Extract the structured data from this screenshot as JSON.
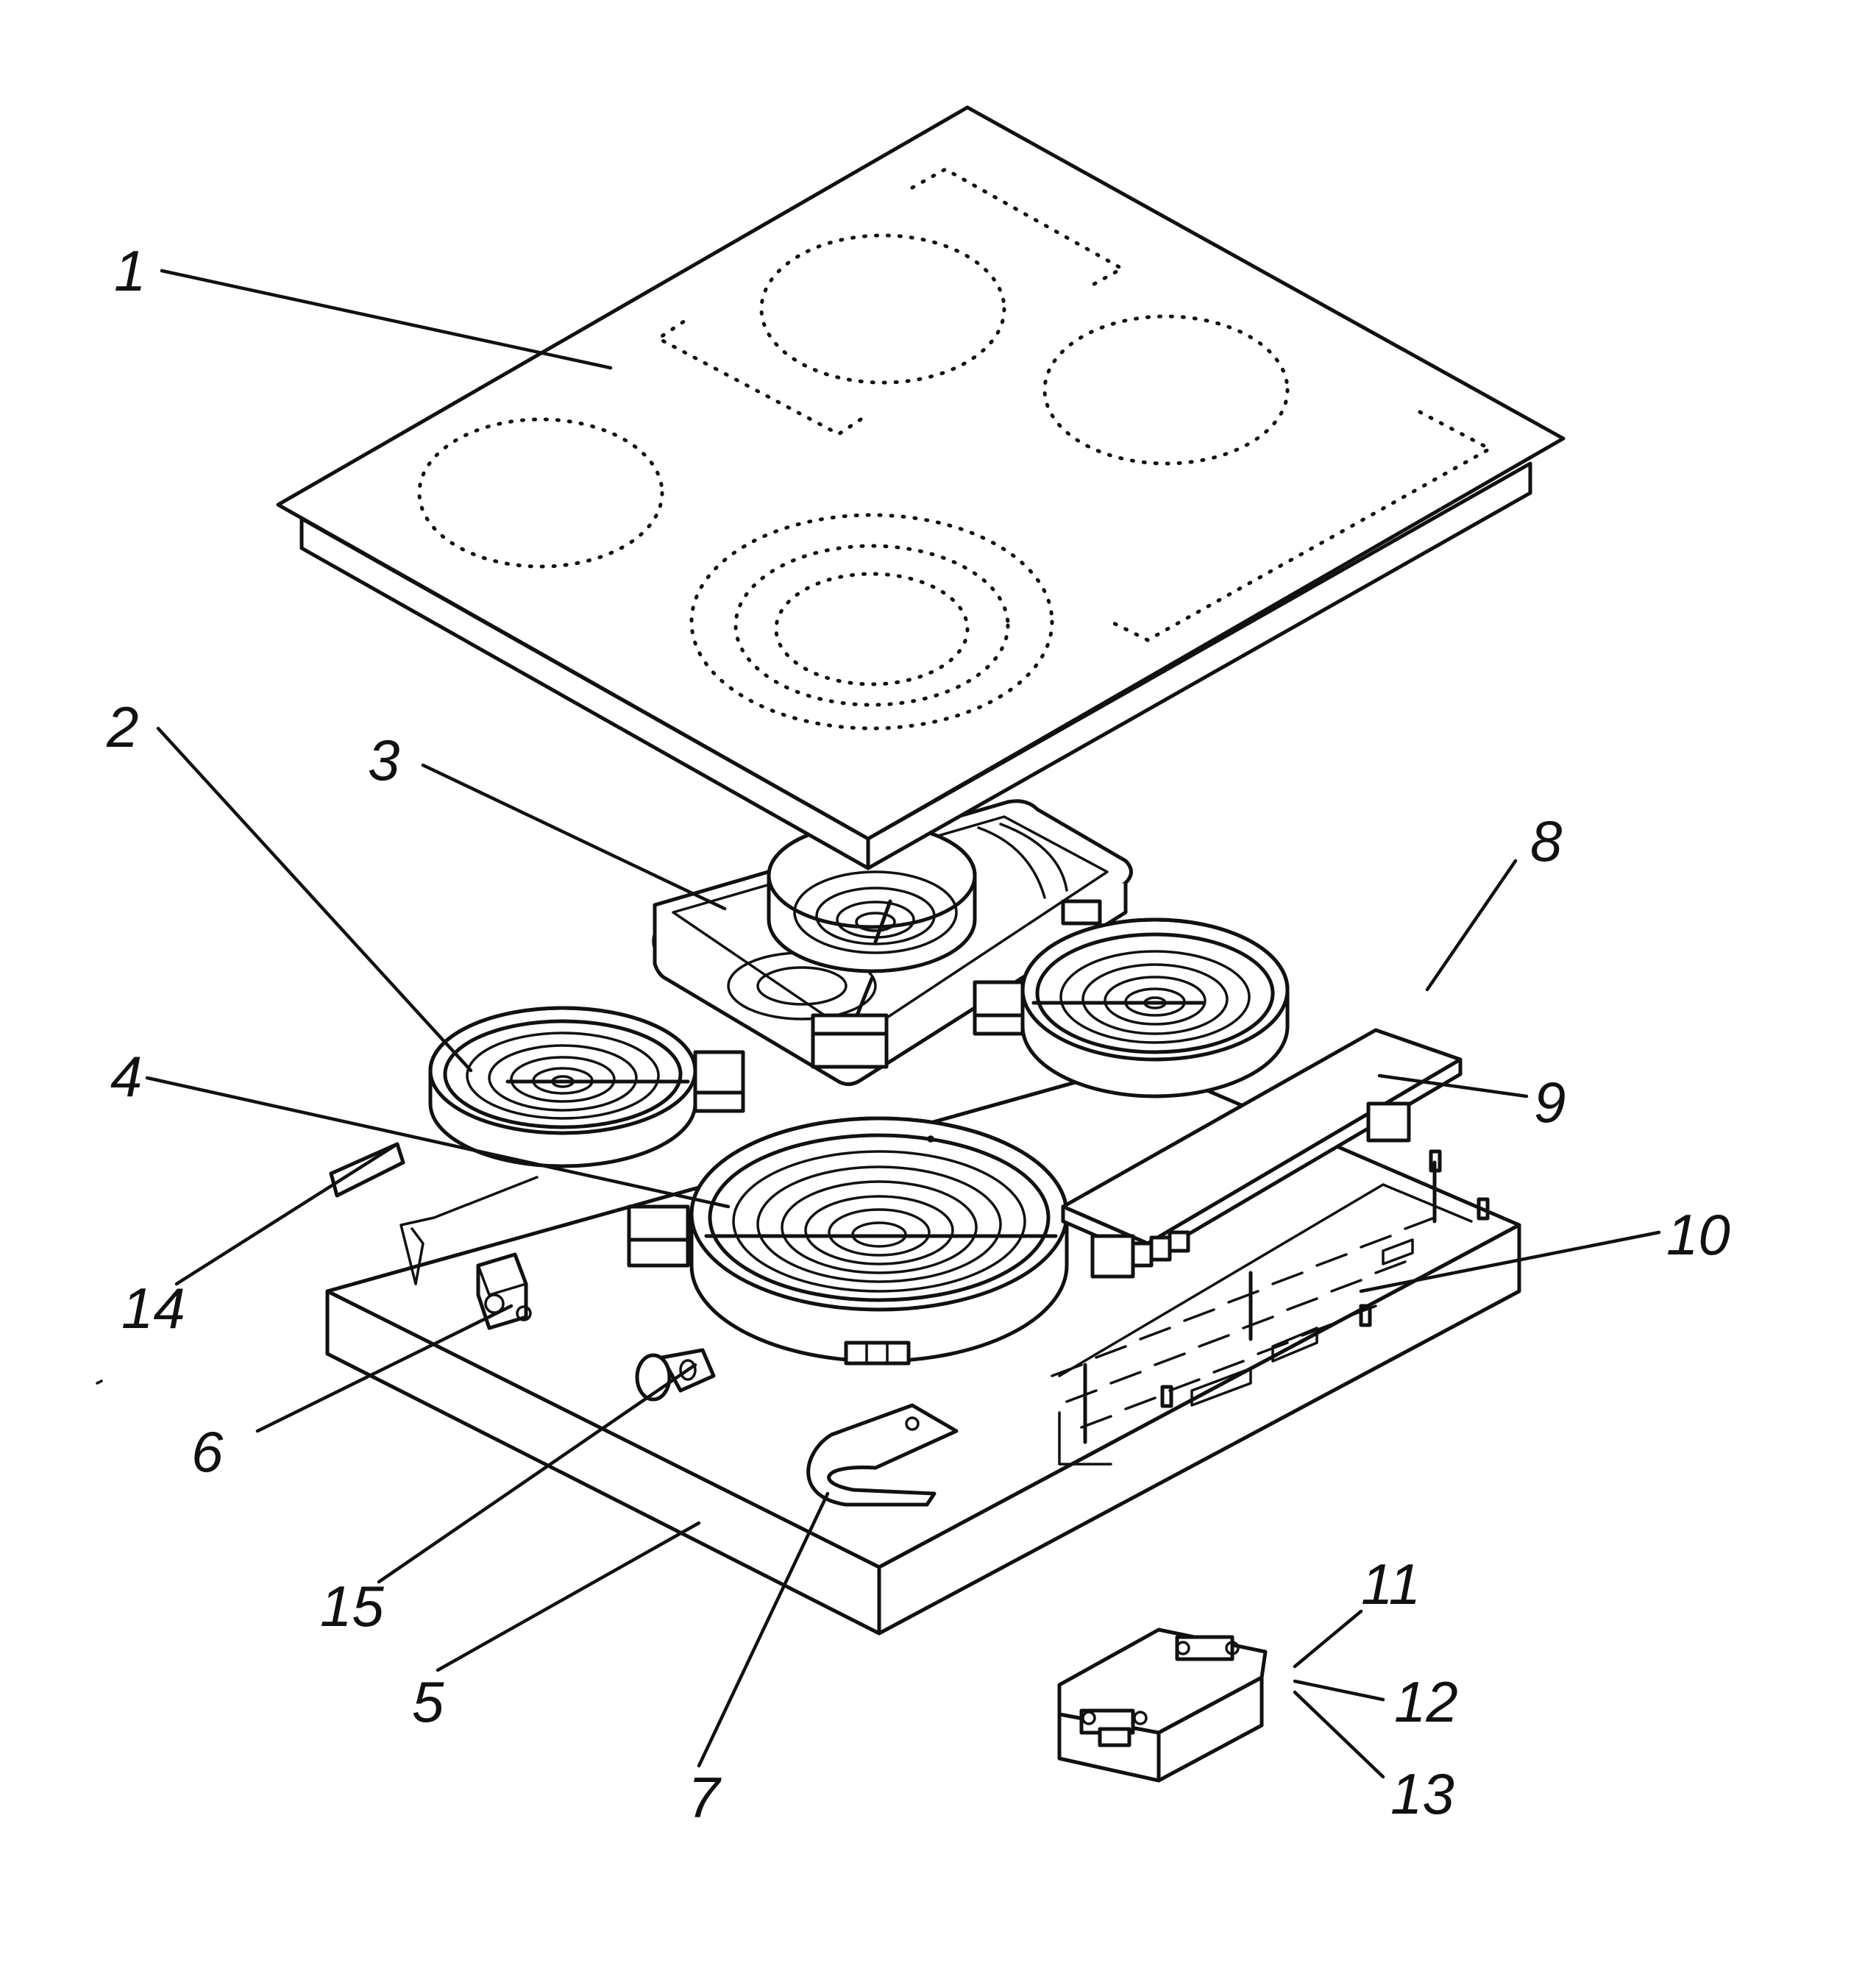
{
  "figure": {
    "labels": [
      {
        "id": "1",
        "text": "1"
      },
      {
        "id": "2",
        "text": "2"
      },
      {
        "id": "3",
        "text": "3"
      },
      {
        "id": "4",
        "text": "4"
      },
      {
        "id": "5",
        "text": "5"
      },
      {
        "id": "6",
        "text": "6"
      },
      {
        "id": "7",
        "text": "7"
      },
      {
        "id": "8",
        "text": "8"
      },
      {
        "id": "9",
        "text": "9"
      },
      {
        "id": "10",
        "text": "10"
      },
      {
        "id": "11",
        "text": "11"
      },
      {
        "id": "12",
        "text": "12"
      },
      {
        "id": "13",
        "text": "13"
      },
      {
        "id": "14",
        "text": "14"
      },
      {
        "id": "15",
        "text": "15"
      }
    ]
  }
}
